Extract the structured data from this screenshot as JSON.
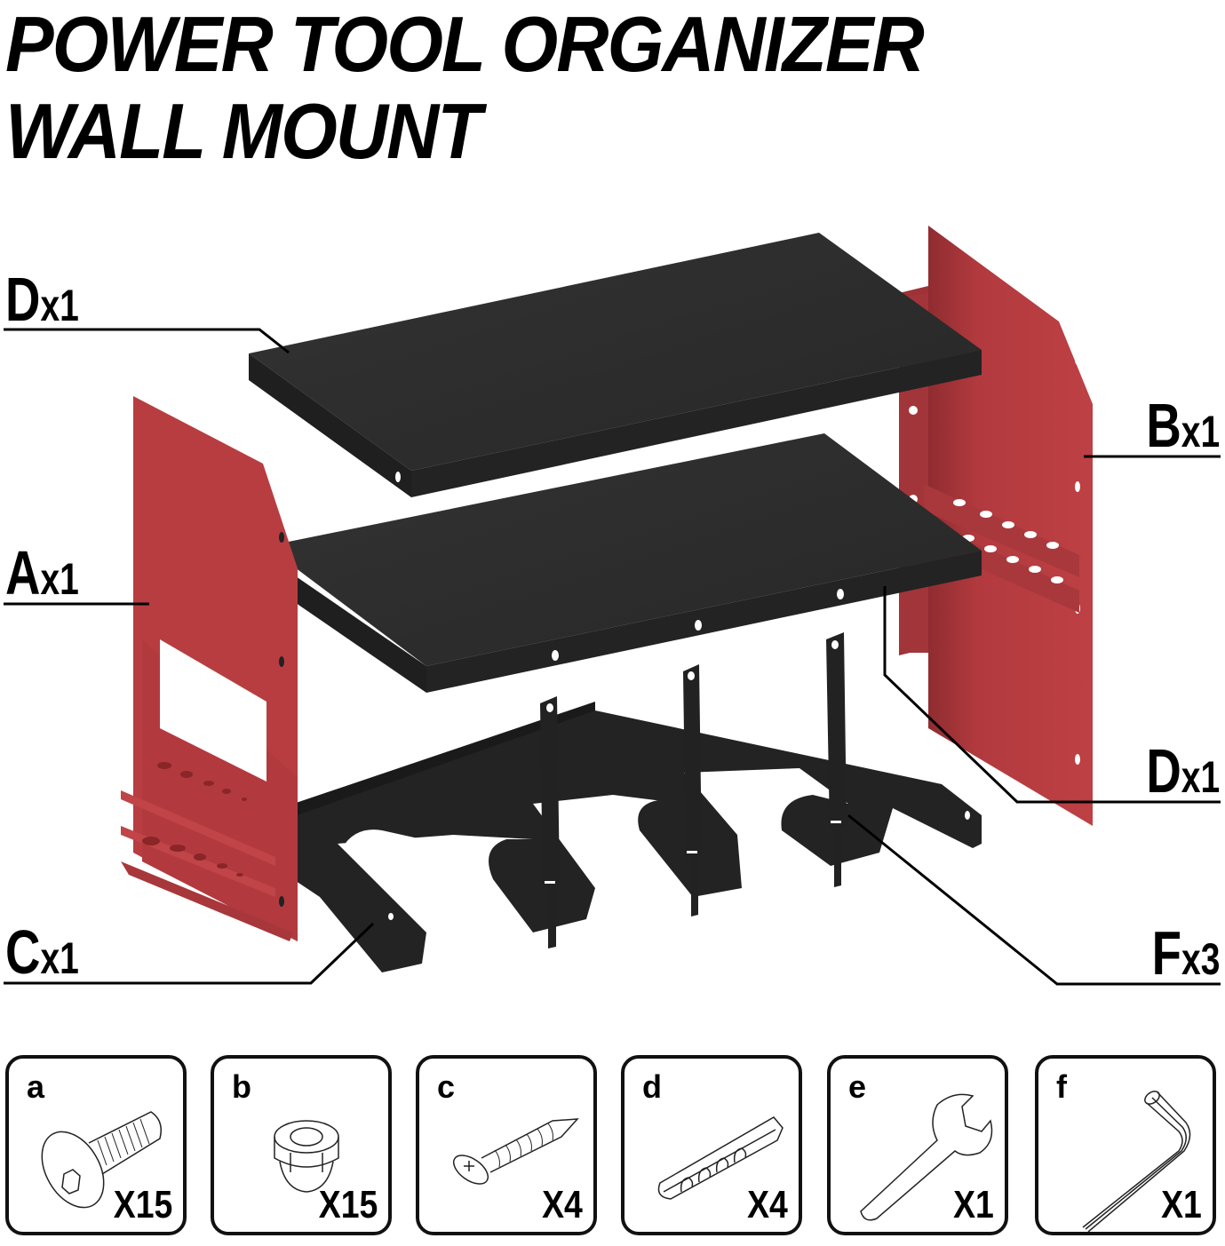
{
  "title": {
    "line1": "POWER TOOL ORGANIZER",
    "line2": "WALL MOUNT"
  },
  "colors": {
    "panel_red": "#b83d40",
    "shelf_dark": "#2e2e2e",
    "ink": "#000000",
    "background": "#ffffff"
  },
  "parts": [
    {
      "id": "D_top",
      "letter": "D",
      "mult": "x1",
      "side": "left",
      "desc": "top shelf"
    },
    {
      "id": "A",
      "letter": "A",
      "mult": "x1",
      "side": "left",
      "desc": "left side panel"
    },
    {
      "id": "C",
      "letter": "C",
      "mult": "x1",
      "side": "left",
      "desc": "base tool holder plate"
    },
    {
      "id": "B",
      "letter": "B",
      "mult": "x1",
      "side": "right",
      "desc": "right side panel"
    },
    {
      "id": "D_mid",
      "letter": "D",
      "mult": "x1",
      "side": "right",
      "desc": "middle shelf"
    },
    {
      "id": "F",
      "letter": "F",
      "mult": "x3",
      "side": "right",
      "desc": "vertical strap"
    }
  ],
  "hardware": [
    {
      "letter": "a",
      "qty": "X15",
      "icon": "hex-socket-bolt-icon"
    },
    {
      "letter": "b",
      "qty": "X15",
      "icon": "cap-nut-icon"
    },
    {
      "letter": "c",
      "qty": "X4",
      "icon": "wood-screw-icon"
    },
    {
      "letter": "d",
      "qty": "X4",
      "icon": "wall-anchor-icon"
    },
    {
      "letter": "e",
      "qty": "X1",
      "icon": "wrench-icon"
    },
    {
      "letter": "f",
      "qty": "X1",
      "icon": "allen-key-icon"
    }
  ]
}
